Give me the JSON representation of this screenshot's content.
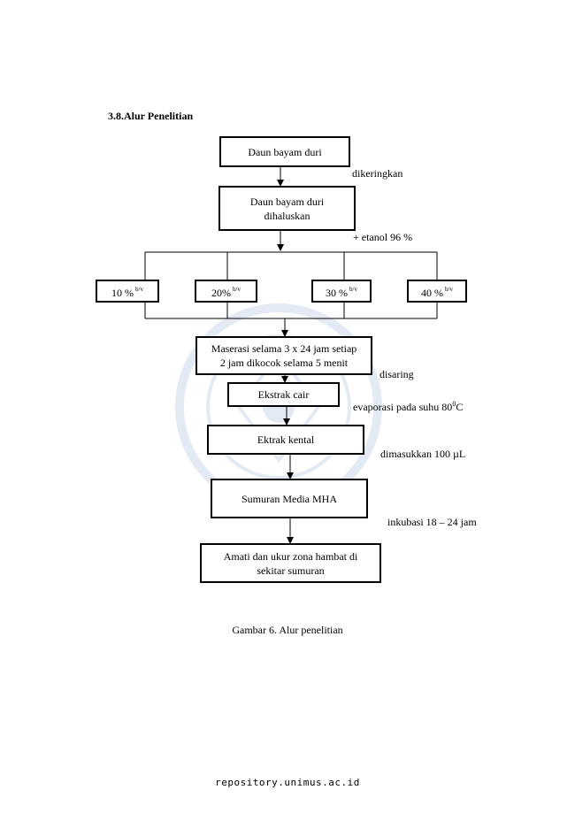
{
  "heading": "3.8.Alur Penelitian",
  "nodes": {
    "raw": "Daun bayam duri",
    "ground_line1": "Daun bayam duri",
    "ground_line2": "dihaluskan",
    "ratio_10": "10 %",
    "ratio_20": "20%",
    "ratio_30": "30 %",
    "ratio_40": "40 %",
    "ratio_sup": "b/v",
    "maceration_line1": "Maserasi selama 3 x 24 jam setiap",
    "maceration_line2": "2 jam dikocok selama 5 menit",
    "liquid_extract": "Ekstrak cair",
    "thick_extract": "Ektrak kental",
    "well": "Sumuran Media MHA",
    "observe_line1": "Amati dan ukur zona hambat di",
    "observe_line2": "sekitar sumuran"
  },
  "steps": {
    "dried": "dikeringkan",
    "ethanol": "+ etanol 96 %",
    "filtered": "disaring",
    "evaporation": "evaporasi pada suhu 80",
    "evaporation_sup": "0",
    "evaporation_unit": "C",
    "inserted": "dimasukkan 100 µL",
    "incubation": "inkubasi 18 – 24 jam"
  },
  "caption": "Gambar 6. Alur penelitian",
  "footer": "repository.unimus.ac.id",
  "colors": {
    "ink": "#000000",
    "watermark": "#6a8fc4"
  }
}
